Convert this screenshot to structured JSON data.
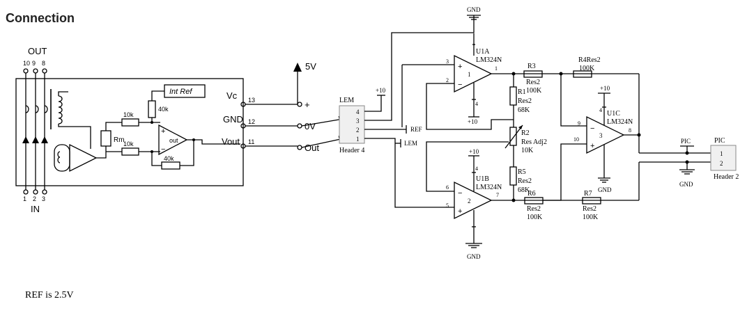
{
  "title": "Connection",
  "note": "REF is 2.5V",
  "sensor": {
    "out_label": "OUT",
    "in_label": "IN",
    "out_pins": [
      "10",
      "9",
      "8"
    ],
    "in_pins": [
      "1",
      "2",
      "3"
    ],
    "int_ref": "Int Ref",
    "rm": "Rm",
    "r_top": "10k",
    "r_bottom": "10k",
    "r_40k_top": "40k",
    "r_40k_bottom": "40k",
    "amp_out": "out",
    "plus": "+",
    "minus": "−",
    "pins": [
      {
        "name": "Vc",
        "num": "13"
      },
      {
        "name": "GND",
        "num": "12"
      },
      {
        "name": "Vout",
        "num": "11"
      }
    ],
    "supply": "5V",
    "terminals": [
      "+",
      "0V",
      "Out"
    ]
  },
  "lem": {
    "title": "LEM",
    "footer": "Header 4",
    "pins": [
      "4",
      "3",
      "2",
      "1"
    ],
    "plus10": "+10",
    "ref_label": "REF",
    "lem_label": "LEM"
  },
  "opamps": {
    "u1a": {
      "name": "U1A",
      "part": "LM324N",
      "pin_inv": "3",
      "pin_ninv": "2",
      "pin_out": "1",
      "pin_center": "1",
      "pin_bot": "4",
      "supply": "+10"
    },
    "u1b": {
      "name": "U1B",
      "part": "LM324N",
      "pin_a": "6",
      "pin_b": "5",
      "pin_out": "7",
      "pin_center": "2",
      "pin_top": "4",
      "supply": "+10"
    },
    "u1c": {
      "name": "U1C",
      "part": "LM324N",
      "pin_a": "9",
      "pin_b": "10",
      "pin_out": "8",
      "pin_center": "3",
      "pin_top": "4",
      "supply": "+10"
    }
  },
  "resistors": {
    "r1": {
      "name": "R1",
      "type": "Res2",
      "value": "68K"
    },
    "r2": {
      "name": "R2",
      "type": "Res Adj2",
      "value": "10K"
    },
    "r3": {
      "name": "R3",
      "type": "Res2",
      "value": "100K"
    },
    "r4": {
      "name": "R4Res2",
      "value": "100K"
    },
    "r5": {
      "name": "R5",
      "type": "Res2",
      "value": "68K"
    },
    "r6": {
      "name": "R6",
      "type": "Res2",
      "value": "100K"
    },
    "r7": {
      "name": "R7",
      "type": "Res2",
      "value": "100K"
    }
  },
  "gnd": "GND",
  "pic": {
    "net": "PIC",
    "title": "PIC",
    "pins": [
      "1",
      "2"
    ],
    "footer": "Header 2",
    "gnd": "GND"
  },
  "colors": {
    "line": "#000000",
    "header_fill": "#f0f0f0",
    "title_color": "#222222"
  }
}
